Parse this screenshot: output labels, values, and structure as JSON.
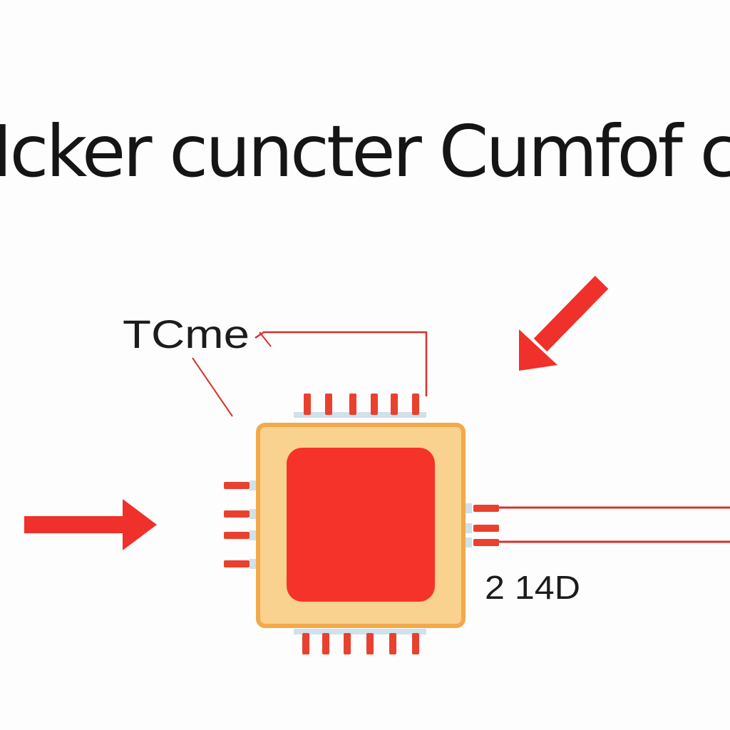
{
  "title": "Icker cuncter Cumfof co",
  "labels": {
    "chip_callout": "TCme",
    "pin_label": "2 14D"
  },
  "colors": {
    "background": "#fdfdfd",
    "text": "#1c1c1c",
    "arrow": "#f0302a",
    "lead_line": "#d6322a",
    "package_fill": "#f8d28e",
    "package_border": "#f3a94a",
    "die_fill": "#f5332a",
    "pin_red": "#e9412e",
    "pin_pad": "#cfe1ea"
  },
  "icons": {
    "left_arrow": "arrow-right-icon",
    "top_arrow": "arrow-down-left-icon",
    "chip": "ic-chip-icon"
  }
}
